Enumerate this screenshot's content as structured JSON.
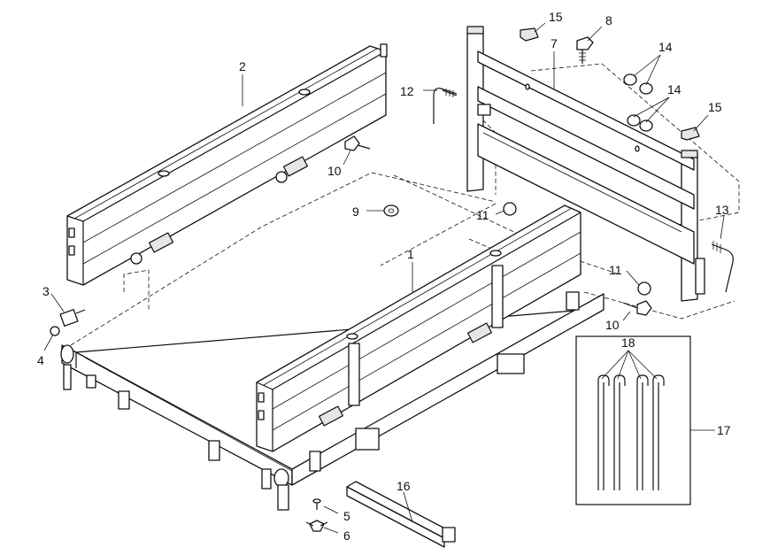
{
  "diagram": {
    "callouts": [
      "1",
      "2",
      "3",
      "4",
      "5",
      "6",
      "7",
      "8",
      "9",
      "10",
      "10",
      "11",
      "11",
      "12",
      "13",
      "14",
      "14",
      "15",
      "15",
      "16",
      "17",
      "18"
    ]
  }
}
